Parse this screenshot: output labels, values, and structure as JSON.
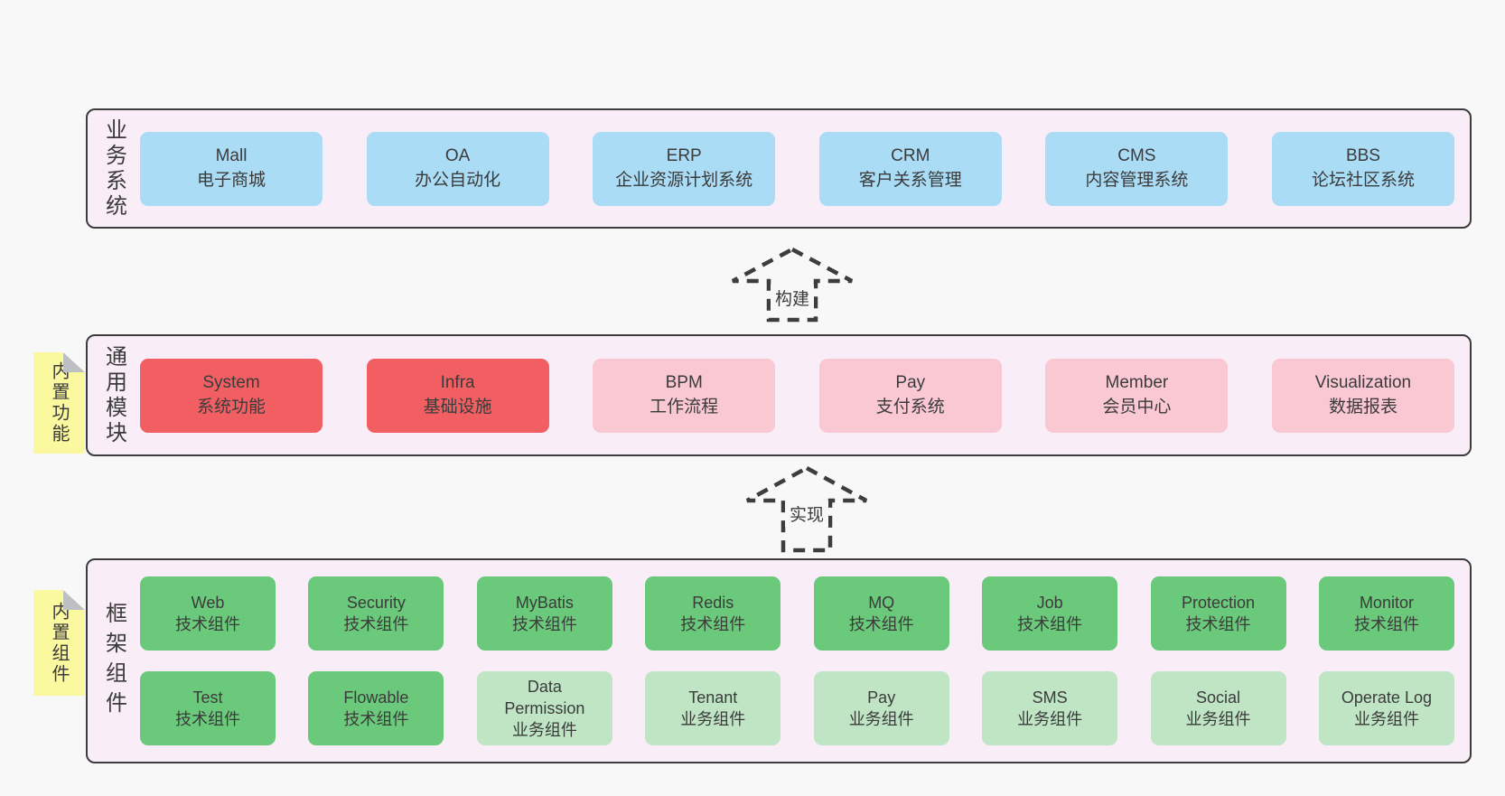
{
  "colors": {
    "page_bg": "#f8f8f8",
    "panel_bg": "#f9eef7",
    "panel_border": "#3d3d3d",
    "text": "#3b3b3b",
    "blue": "#aadcf6",
    "red": "#f15f63",
    "pink": "#fac8d3",
    "green": "#6bc97b",
    "light_green": "#bfe5c5",
    "note_yellow": "#fbf9a0",
    "note_fold": "#bcc0c4"
  },
  "arrows": [
    {
      "label": "构建"
    },
    {
      "label": "实现"
    }
  ],
  "layers": [
    {
      "label": "业务系统",
      "note": null,
      "rows": [
        [
          {
            "title": "Mall",
            "subtitle": "电子商城",
            "variant": "blue"
          },
          {
            "title": "OA",
            "subtitle": "办公自动化",
            "variant": "blue"
          },
          {
            "title": "ERP",
            "subtitle": "企业资源计划系统",
            "variant": "blue"
          },
          {
            "title": "CRM",
            "subtitle": "客户关系管理",
            "variant": "blue"
          },
          {
            "title": "CMS",
            "subtitle": "内容管理系统",
            "variant": "blue"
          },
          {
            "title": "BBS",
            "subtitle": "论坛社区系统",
            "variant": "blue"
          }
        ]
      ]
    },
    {
      "label": "通用模块",
      "note": "内置功能",
      "rows": [
        [
          {
            "title": "System",
            "subtitle": "系统功能",
            "variant": "red"
          },
          {
            "title": "Infra",
            "subtitle": "基础设施",
            "variant": "red"
          },
          {
            "title": "BPM",
            "subtitle": "工作流程",
            "variant": "pink"
          },
          {
            "title": "Pay",
            "subtitle": "支付系统",
            "variant": "pink"
          },
          {
            "title": "Member",
            "subtitle": "会员中心",
            "variant": "pink"
          },
          {
            "title": "Visualization",
            "subtitle": "数据报表",
            "variant": "pink"
          }
        ]
      ]
    },
    {
      "label": "框架组件",
      "note": "内置组件",
      "rows": [
        [
          {
            "title": "Web",
            "subtitle": "技术组件",
            "variant": "green"
          },
          {
            "title": "Security",
            "subtitle": "技术组件",
            "variant": "green"
          },
          {
            "title": "MyBatis",
            "subtitle": "技术组件",
            "variant": "green"
          },
          {
            "title": "Redis",
            "subtitle": "技术组件",
            "variant": "green"
          },
          {
            "title": "MQ",
            "subtitle": "技术组件",
            "variant": "green"
          },
          {
            "title": "Job",
            "subtitle": "技术组件",
            "variant": "green"
          },
          {
            "title": "Protection",
            "subtitle": "技术组件",
            "variant": "green"
          },
          {
            "title": "Monitor",
            "subtitle": "技术组件",
            "variant": "green"
          }
        ],
        [
          {
            "title": "Test",
            "subtitle": "技术组件",
            "variant": "green"
          },
          {
            "title": "Flowable",
            "subtitle": "技术组件",
            "variant": "green"
          },
          {
            "title": "Data Permission",
            "subtitle": "业务组件",
            "variant": "lightgreen"
          },
          {
            "title": "Tenant",
            "subtitle": "业务组件",
            "variant": "lightgreen"
          },
          {
            "title": "Pay",
            "subtitle": "业务组件",
            "variant": "lightgreen"
          },
          {
            "title": "SMS",
            "subtitle": "业务组件",
            "variant": "lightgreen"
          },
          {
            "title": "Social",
            "subtitle": "业务组件",
            "variant": "lightgreen"
          },
          {
            "title": "Operate Log",
            "subtitle": "业务组件",
            "variant": "lightgreen"
          }
        ]
      ]
    }
  ]
}
